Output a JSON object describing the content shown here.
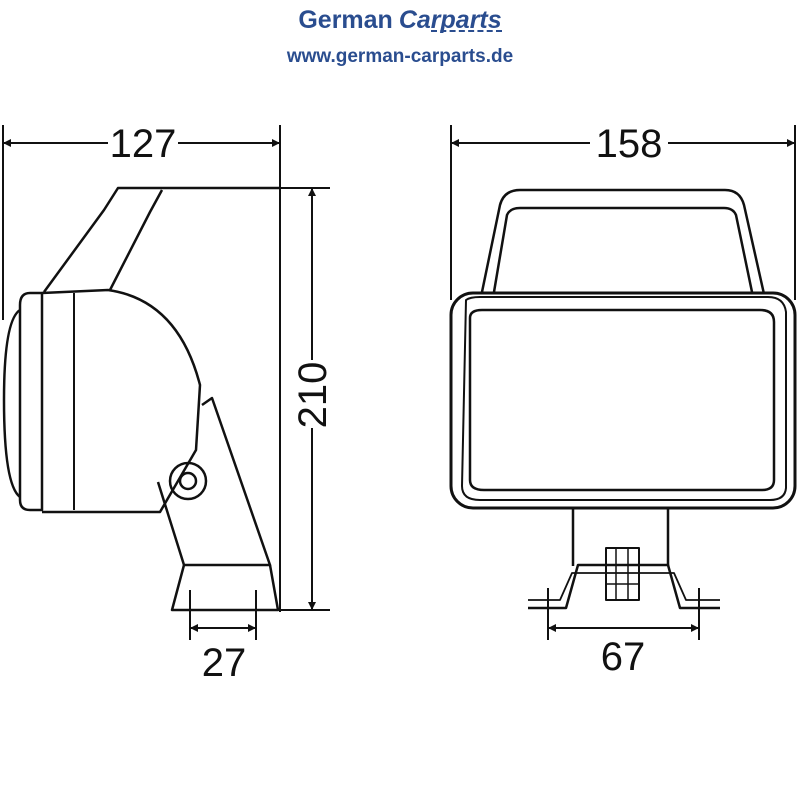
{
  "brand": {
    "name_part1": "German",
    "name_part2": "Carparts",
    "url": "www.german-carparts.de"
  },
  "dimensions": {
    "side_width": "127",
    "side_height": "210",
    "bracket_width": "27",
    "front_width": "158",
    "mount_width": "67"
  },
  "colors": {
    "brand": "#2a4d8f",
    "line": "#111111"
  }
}
